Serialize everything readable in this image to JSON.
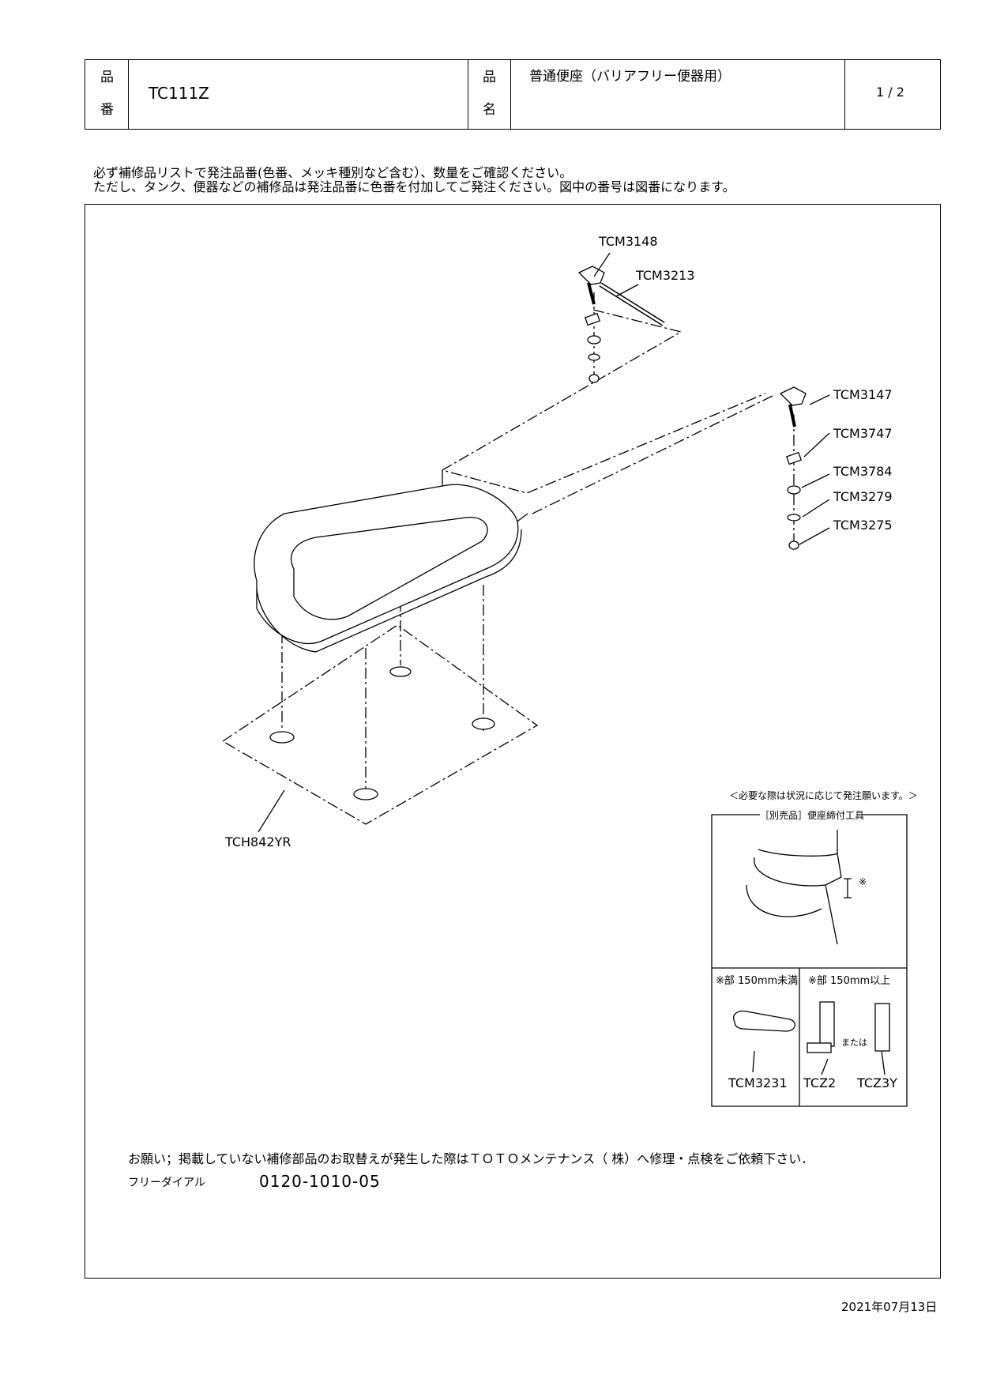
{
  "header": {
    "product_number_label_1": "品",
    "product_number_label_2": "番",
    "product_number": "TC111Z",
    "product_name_label_1": "品",
    "product_name_label_2": "名",
    "product_name": "普通便座（バリアフリー便器用）",
    "page": "1 / 2"
  },
  "notes": {
    "line1": "必ず補修品リストで発注品番(色番、メッキ種別など含む）、数量をご確認ください。",
    "line2": "ただし、タンク、便器などの補修品は発注品番に色番を付加してご発注ください。図中の番号は図番になります。"
  },
  "parts": {
    "tcm3148": "TCM3148",
    "tcm3213": "TCM3213",
    "tcm3147": "TCM3147",
    "tcm3747": "TCM3747",
    "tcm3784": "TCM3784",
    "tcm3279": "TCM3279",
    "tcm3275": "TCM3275",
    "tch842yr": "TCH842YR"
  },
  "tool_box": {
    "note": "＜必要な際は状況に応じて発注願います。＞",
    "title": "［別売品］便座締付工具",
    "mark": "※",
    "left_header": "※部 150mm未満",
    "right_header": "※部 150mm以上",
    "or_text": "または",
    "tcm3231": "TCM3231",
    "tcz2": "TCZ2",
    "tcz3y": "TCZ3Y"
  },
  "footer": {
    "request": "お願い；掲載していない補修部品のお取替えが発生した際はＴＯＴＯメンテナンス（ 株）へ修理・点検をご依頼下さい．",
    "free_dial_label": "フリーダイアル",
    "free_dial_number": "0120-1010-05",
    "date": "2021年07月13日"
  }
}
